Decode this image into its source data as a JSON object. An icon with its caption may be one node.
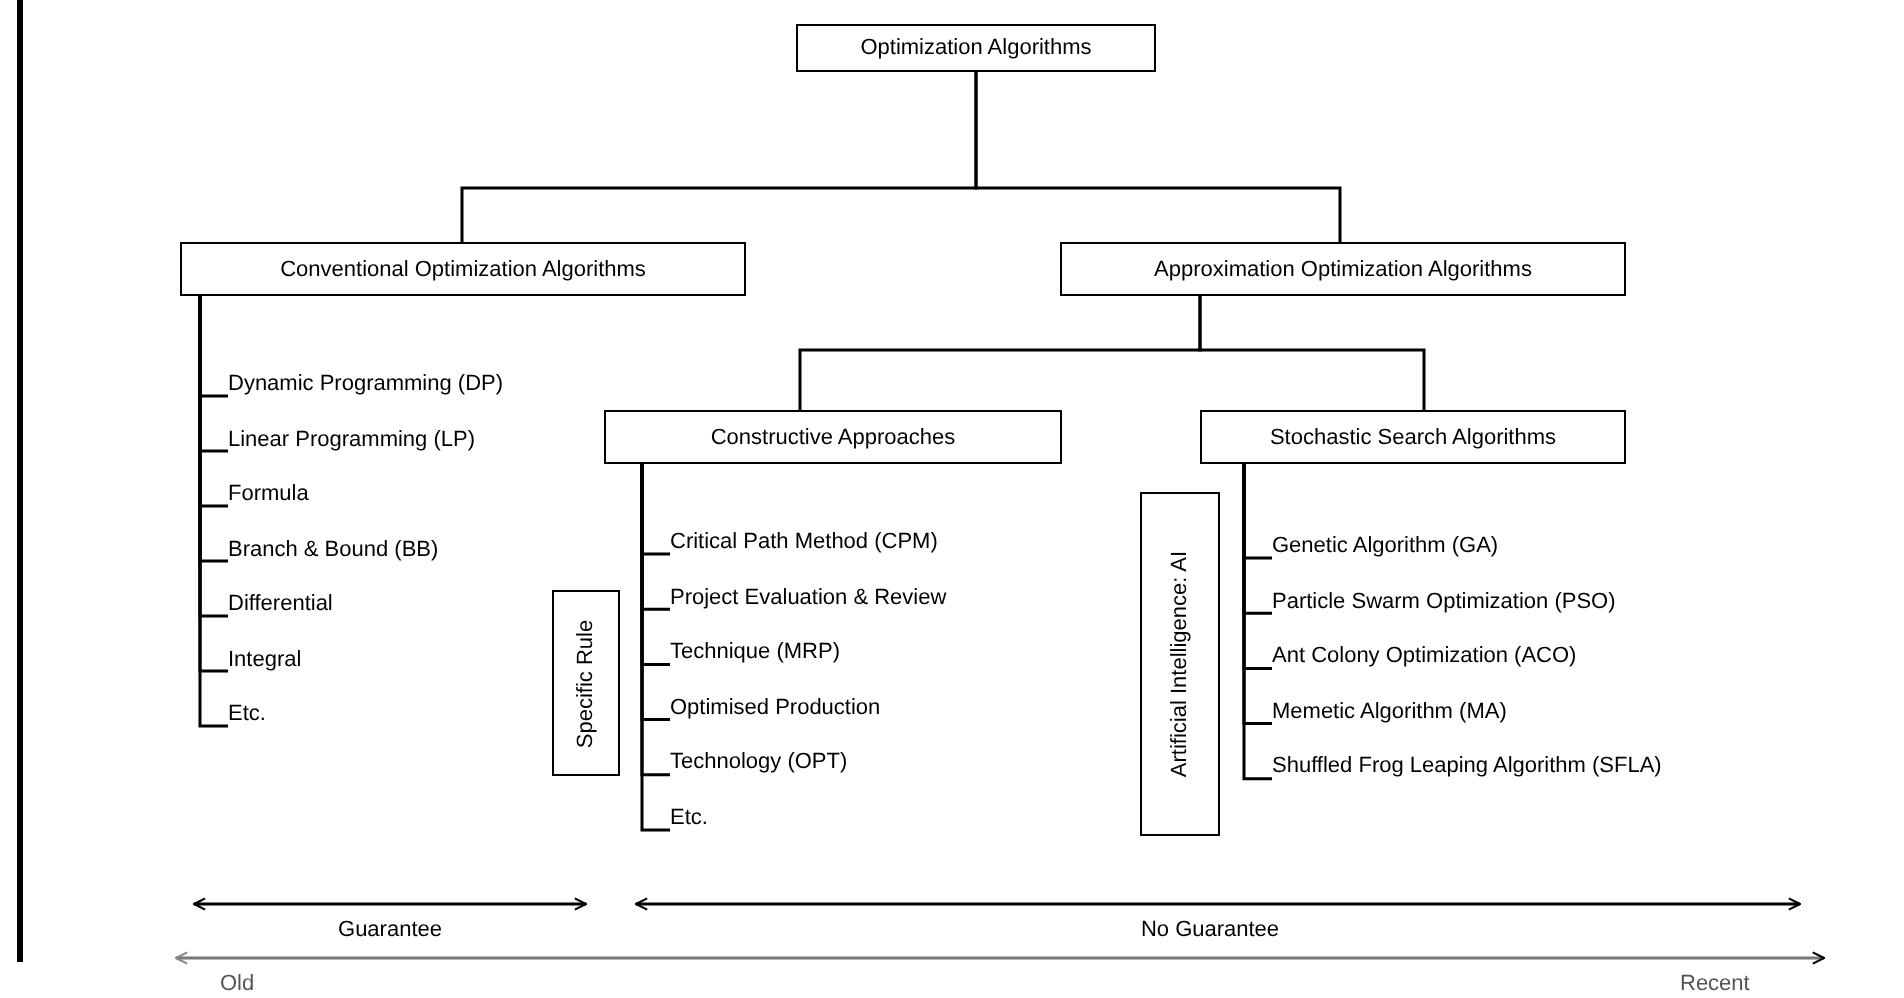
{
  "diagram": {
    "nodes": [
      {
        "text": [
          "Optimization Algorithms"
        ]
      },
      {
        "text": [
          "Conventional Optimization Algorithms"
        ]
      },
      {
        "text": [
          "Approximation Optimization Algorithms"
        ]
      },
      {
        "text": [
          "Constructive Approaches"
        ]
      },
      {
        "text": [
          "Stochastic Search Algorithms"
        ]
      },
      {
        "text": [
          "Dynamic Programming (DP)"
        ]
      },
      {
        "text": [
          "Linear Programming (LP)"
        ]
      },
      {
        "text": [
          "Formula"
        ]
      },
      {
        "text": [
          "Branch & Bound (BB)"
        ]
      },
      {
        "text": [
          "Differential"
        ]
      },
      {
        "text": [
          "Integral"
        ]
      },
      {
        "text": [
          "Etc."
        ]
      },
      {
        "text": [
          "Critical Path Method (CPM)"
        ]
      },
      {
        "text": [
          "Project Evaluation & Review"
        ]
      },
      {
        "text": [
          "Technique (MRP)"
        ]
      },
      {
        "text": [
          "Optimised Production"
        ]
      },
      {
        "text": [
          "Technology (OPT)"
        ]
      },
      {
        "text": [
          "Etc."
        ]
      },
      {
        "text": [
          "Specific Rule"
        ]
      },
      {
        "text": [
          "Artificial Intelligence: AI"
        ]
      },
      {
        "text": [
          "Genetic Algorithm (GA)"
        ]
      },
      {
        "text": [
          "Particle Swarm Optimization (PSO)"
        ]
      },
      {
        "text": [
          "Ant Colony Optimization (ACO)"
        ]
      },
      {
        "text": [
          "Memetic Algorithm (MA)"
        ]
      },
      {
        "text": [
          "Shuffled Frog Leaping Algorithm (SFLA)"
        ]
      }
    ],
    "edges": [
      {
        "from": 0,
        "to": 1,
        "arrow": "none"
      },
      {
        "from": 0,
        "to": 2,
        "arrow": "none"
      },
      {
        "from": 2,
        "to": 3,
        "arrow": "none"
      },
      {
        "from": 2,
        "to": 4,
        "arrow": "none"
      },
      {
        "from": 1,
        "to": 5,
        "arrow": "none"
      },
      {
        "from": 1,
        "to": 6,
        "arrow": "none"
      },
      {
        "from": 1,
        "to": 7,
        "arrow": "none"
      },
      {
        "from": 1,
        "to": 8,
        "arrow": "none"
      },
      {
        "from": 1,
        "to": 9,
        "arrow": "none"
      },
      {
        "from": 1,
        "to": 10,
        "arrow": "none"
      },
      {
        "from": 1,
        "to": 11,
        "arrow": "none"
      },
      {
        "from": 3,
        "to": 12,
        "arrow": "none"
      },
      {
        "from": 3,
        "to": 13,
        "arrow": "none"
      },
      {
        "from": 3,
        "to": 14,
        "arrow": "none"
      },
      {
        "from": 3,
        "to": 15,
        "arrow": "none"
      },
      {
        "from": 3,
        "to": 16,
        "arrow": "none"
      },
      {
        "from": 3,
        "to": 17,
        "arrow": "none"
      },
      {
        "from": 4,
        "to": 20,
        "arrow": "none"
      },
      {
        "from": 4,
        "to": 21,
        "arrow": "none"
      },
      {
        "from": 4,
        "to": 22,
        "arrow": "none"
      },
      {
        "from": 4,
        "to": 23,
        "arrow": "none"
      },
      {
        "from": 4,
        "to": 24,
        "arrow": "none"
      }
    ],
    "labels": [
      "Guarantee",
      "No Guarantee",
      "Old",
      "Recent"
    ]
  }
}
